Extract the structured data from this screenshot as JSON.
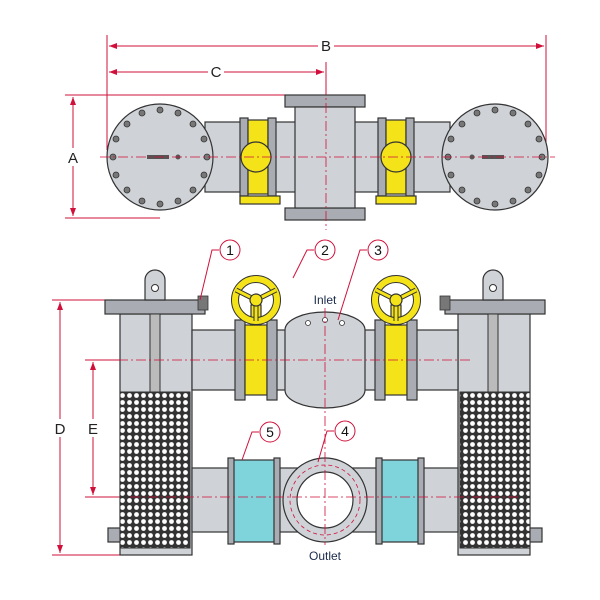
{
  "dimensions": {
    "a": "A",
    "b": "B",
    "c": "C",
    "d": "D",
    "e": "E"
  },
  "labels": {
    "inlet": "Inlet",
    "outlet": "Outlet"
  },
  "callouts": [
    "1",
    "2",
    "3",
    "4",
    "5"
  ],
  "colors": {
    "dimension": "#d0103a",
    "valve": "#f5e31a",
    "flange": "#7fd3da",
    "metal": "#cfd2d6"
  }
}
